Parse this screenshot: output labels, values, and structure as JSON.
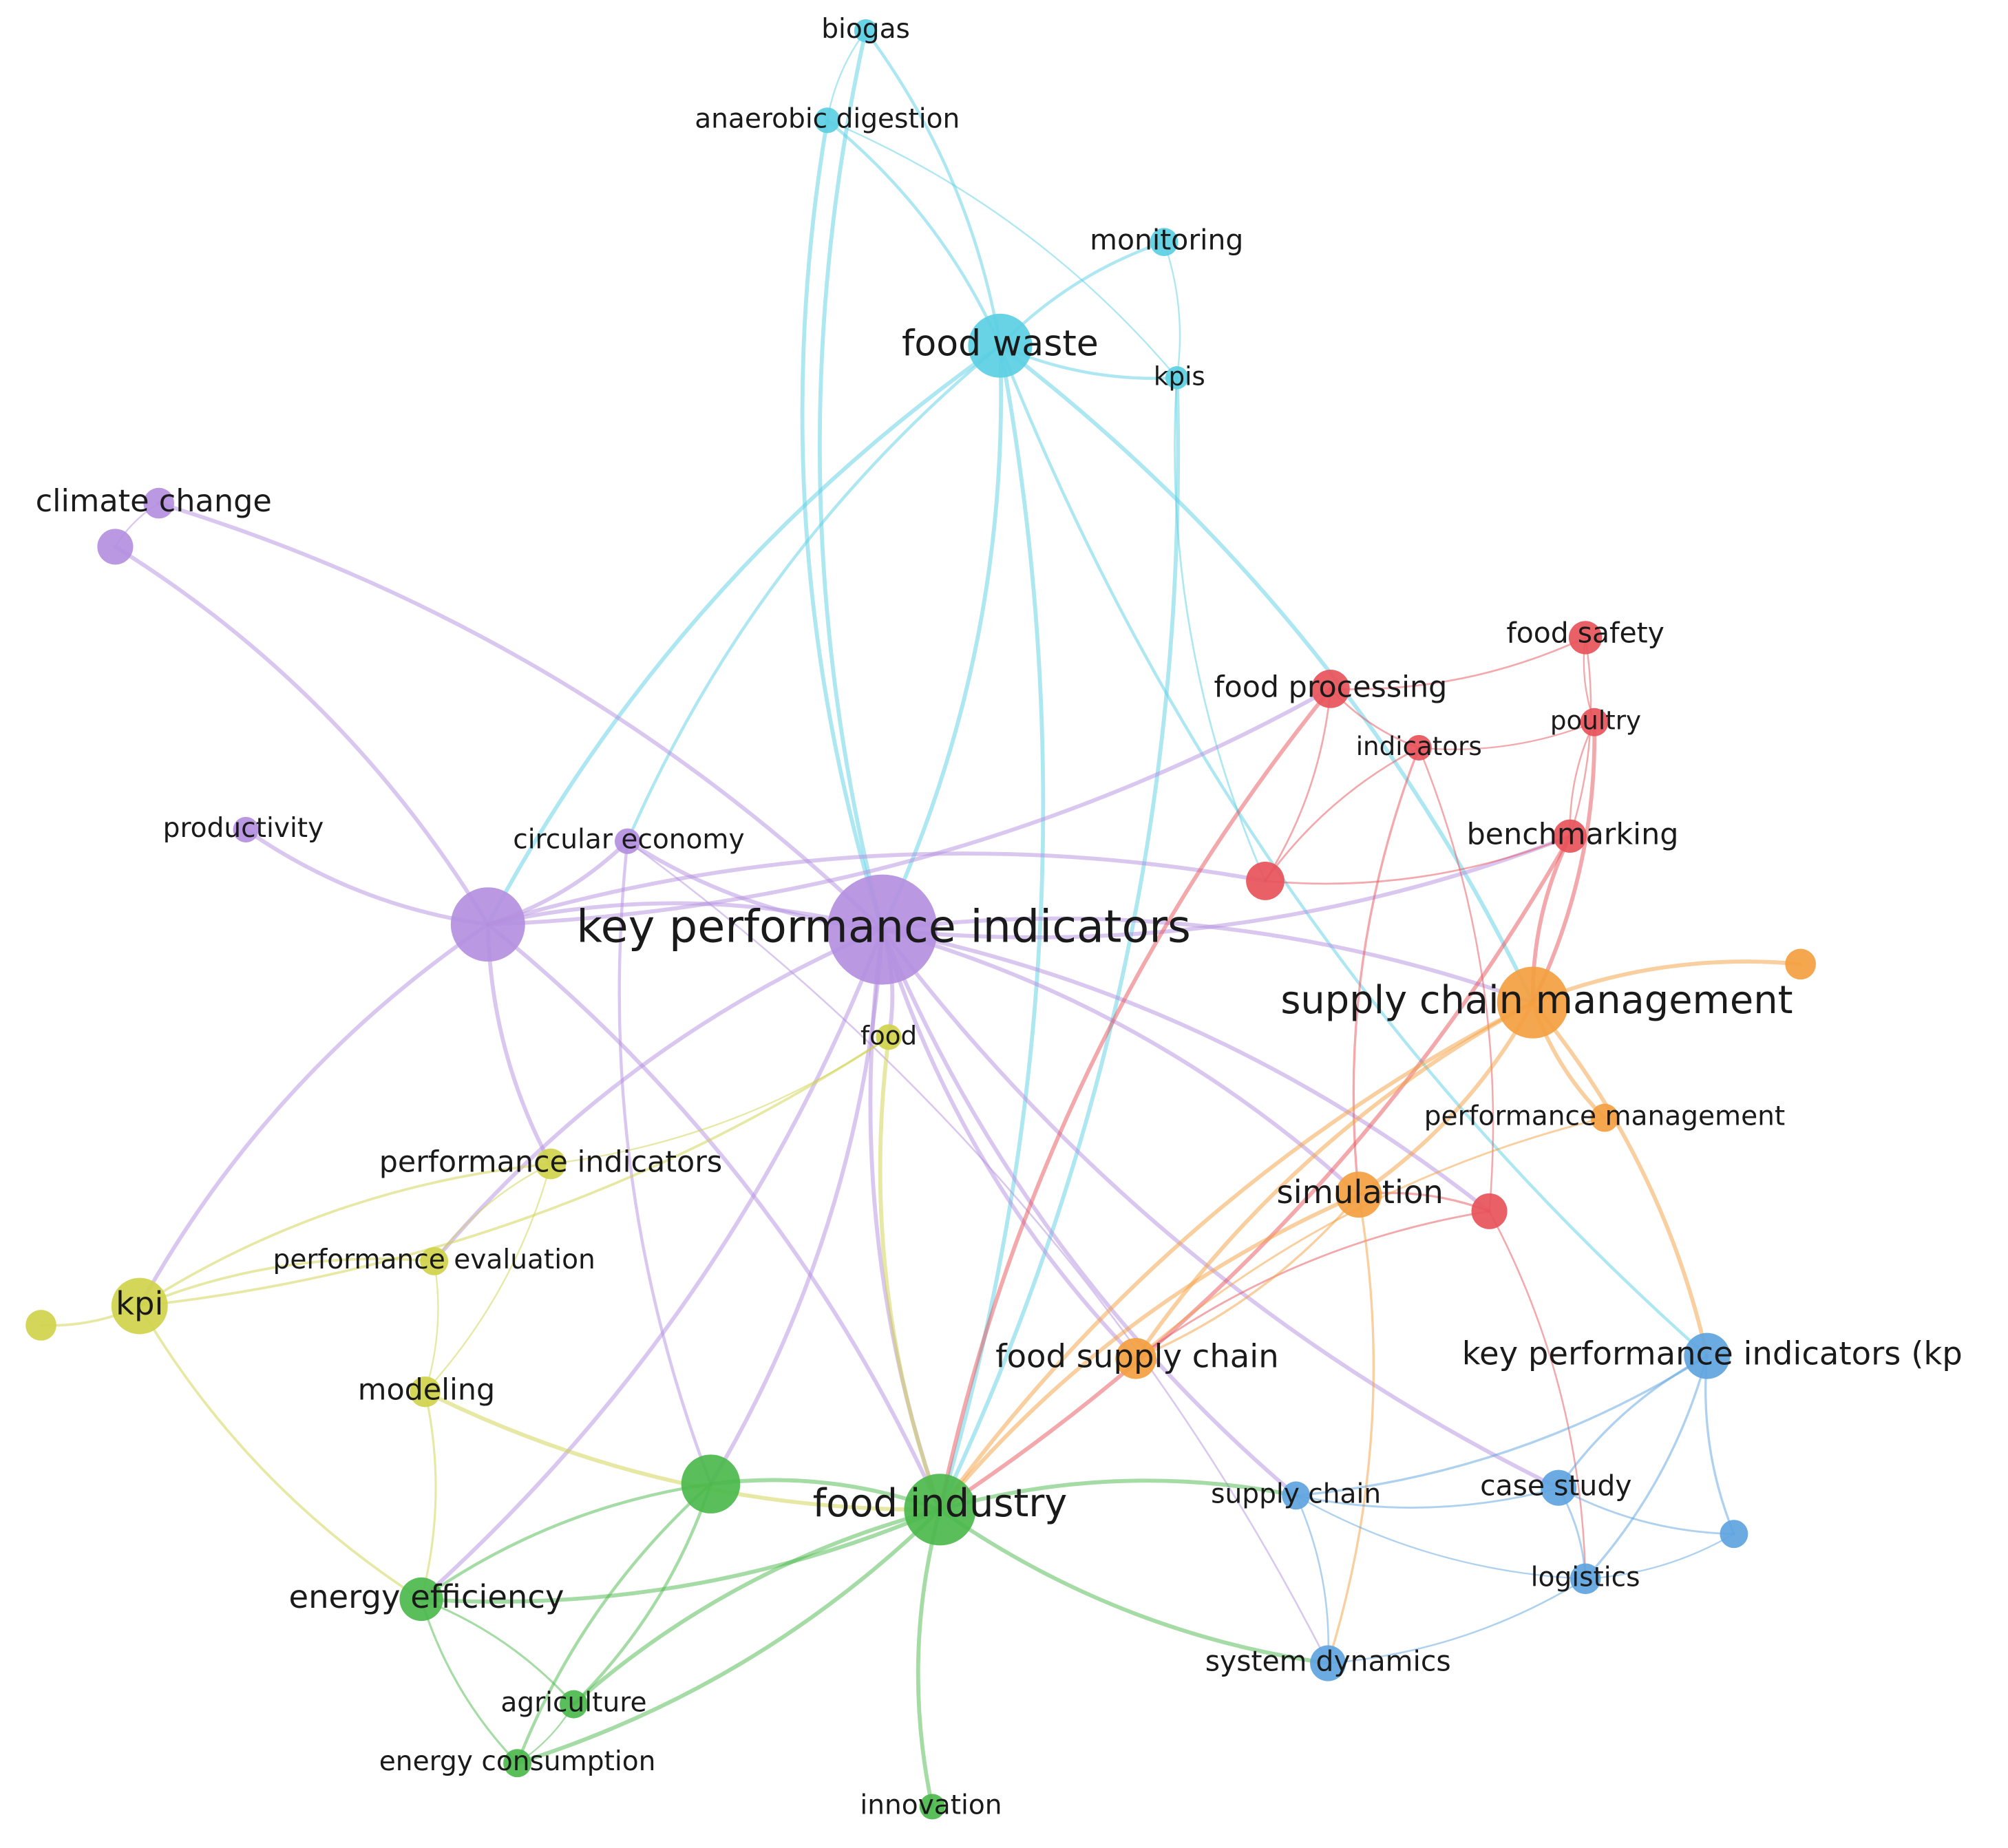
{
  "colors": {
    "cyan": "#5bcfe3",
    "purple": "#b48fe0",
    "red": "#e8525a",
    "orange": "#f4a040",
    "yellow": "#cfd24a",
    "green": "#4cb84c",
    "blue": "#5ea4e0"
  },
  "nodes": [
    {
      "id": "biogas",
      "label": "biogas",
      "cluster": "cyan",
      "weight": 1
    },
    {
      "id": "anaerobic_digestion",
      "label": "anaerobic digestion",
      "cluster": "cyan",
      "weight": 1
    },
    {
      "id": "monitoring",
      "label": "monitoring",
      "cluster": "cyan",
      "weight": 1
    },
    {
      "id": "food_waste",
      "label": "food waste",
      "cluster": "cyan",
      "weight": 4
    },
    {
      "id": "kpis",
      "label": "kpis",
      "cluster": "cyan",
      "weight": 0.7
    },
    {
      "id": "climate_change",
      "label": "climate change",
      "cluster": "purple",
      "weight": 1
    },
    {
      "id": "purple_unlabeled",
      "label": "",
      "cluster": "purple",
      "weight": 1
    },
    {
      "id": "productivity",
      "label": "productivity",
      "cluster": "purple",
      "weight": 0.8
    },
    {
      "id": "circular_economy",
      "label": "circular economy",
      "cluster": "purple",
      "weight": 0.8
    },
    {
      "id": "purple_big",
      "label": "",
      "cluster": "purple",
      "weight": 6
    },
    {
      "id": "key_performance_indicators",
      "label": "key performance indicators",
      "cluster": "purple",
      "weight": 10
    },
    {
      "id": "food_safety",
      "label": "food safety",
      "cluster": "red",
      "weight": 1
    },
    {
      "id": "food_processing",
      "label": "food processing",
      "cluster": "red",
      "weight": 1.5
    },
    {
      "id": "poultry",
      "label": "poultry",
      "cluster": "red",
      "weight": 0.9
    },
    {
      "id": "indicators",
      "label": "indicators",
      "cluster": "red",
      "weight": 0.8
    },
    {
      "id": "benchmarking",
      "label": "benchmarking",
      "cluster": "red",
      "weight": 1.2
    },
    {
      "id": "red_unlabeled_1",
      "label": "",
      "cluster": "red",
      "weight": 1.5
    },
    {
      "id": "red_unlabeled_2",
      "label": "",
      "cluster": "red",
      "weight": 1.3
    },
    {
      "id": "supply_chain_management",
      "label": "supply chain management",
      "cluster": "orange",
      "weight": 6
    },
    {
      "id": "orange_unlabeled",
      "label": "",
      "cluster": "orange",
      "weight": 1
    },
    {
      "id": "performance_management",
      "label": "performance management",
      "cluster": "orange",
      "weight": 0.9
    },
    {
      "id": "simulation",
      "label": "simulation",
      "cluster": "orange",
      "weight": 2.5
    },
    {
      "id": "food_supply_chain",
      "label": "food supply chain",
      "cluster": "orange",
      "weight": 1.8
    },
    {
      "id": "food",
      "label": "food",
      "cluster": "yellow",
      "weight": 0.8
    },
    {
      "id": "performance_indicators",
      "label": "performance indicators",
      "cluster": "yellow",
      "weight": 1
    },
    {
      "id": "performance_evaluation",
      "label": "performance evaluation",
      "cluster": "yellow",
      "weight": 0.9
    },
    {
      "id": "kpi",
      "label": "kpi",
      "cluster": "yellow",
      "weight": 3
    },
    {
      "id": "yellow_unlabeled",
      "label": "",
      "cluster": "yellow",
      "weight": 1
    },
    {
      "id": "modeling",
      "label": "modeling",
      "cluster": "yellow",
      "weight": 1
    },
    {
      "id": "green_unlabeled",
      "label": "",
      "cluster": "green",
      "weight": 4
    },
    {
      "id": "food_industry",
      "label": "food industry",
      "cluster": "green",
      "weight": 6
    },
    {
      "id": "energy_efficiency",
      "label": "energy efficiency",
      "cluster": "green",
      "weight": 2.2
    },
    {
      "id": "agriculture",
      "label": "agriculture",
      "cluster": "green",
      "weight": 0.9
    },
    {
      "id": "energy_consumption",
      "label": "energy consumption",
      "cluster": "green",
      "weight": 0.9
    },
    {
      "id": "innovation",
      "label": "innovation",
      "cluster": "green",
      "weight": 0.9
    },
    {
      "id": "key_performance_indicators_kp",
      "label": "key performance indicators (kp",
      "cluster": "blue",
      "weight": 2.5
    },
    {
      "id": "supply_chain",
      "label": "supply chain",
      "cluster": "blue",
      "weight": 0.9
    },
    {
      "id": "case_study",
      "label": "case study",
      "cluster": "blue",
      "weight": 1.8
    },
    {
      "id": "blue_unlabeled",
      "label": "",
      "cluster": "blue",
      "weight": 1
    },
    {
      "id": "logistics",
      "label": "logistics",
      "cluster": "blue",
      "weight": 1
    },
    {
      "id": "system_dynamics",
      "label": "system dynamics",
      "cluster": "blue",
      "weight": 1.3
    }
  ],
  "edges": [
    [
      "biogas",
      "anaerobic_digestion"
    ],
    [
      "biogas",
      "food_waste"
    ],
    [
      "biogas",
      "key_performance_indicators"
    ],
    [
      "anaerobic_digestion",
      "food_waste"
    ],
    [
      "anaerobic_digestion",
      "key_performance_indicators"
    ],
    [
      "anaerobic_digestion",
      "kpis"
    ],
    [
      "monitoring",
      "food_waste"
    ],
    [
      "monitoring",
      "kpis"
    ],
    [
      "food_waste",
      "kpis"
    ],
    [
      "food_waste",
      "key_performance_indicators"
    ],
    [
      "food_waste",
      "purple_big"
    ],
    [
      "food_waste",
      "food_industry"
    ],
    [
      "food_waste",
      "circular_economy"
    ],
    [
      "food_waste",
      "supply_chain_management"
    ],
    [
      "food_waste",
      "key_performance_indicators_kp"
    ],
    [
      "kpis",
      "food_industry"
    ],
    [
      "kpis",
      "red_unlabeled_1"
    ],
    [
      "climate_change",
      "key_performance_indicators"
    ],
    [
      "climate_change",
      "purple_unlabeled"
    ],
    [
      "purple_unlabeled",
      "purple_big"
    ],
    [
      "productivity",
      "purple_big"
    ],
    [
      "circular_economy",
      "purple_big"
    ],
    [
      "circular_economy",
      "key_performance_indicators"
    ],
    [
      "circular_economy",
      "system_dynamics"
    ],
    [
      "circular_economy",
      "green_unlabeled"
    ],
    [
      "purple_big",
      "key_performance_indicators"
    ],
    [
      "purple_big",
      "food_processing"
    ],
    [
      "purple_big",
      "red_unlabeled_1"
    ],
    [
      "purple_big",
      "kpi"
    ],
    [
      "purple_big",
      "food_industry"
    ],
    [
      "purple_big",
      "performance_indicators"
    ],
    [
      "key_performance_indicators",
      "supply_chain_management"
    ],
    [
      "key_performance_indicators",
      "food_industry"
    ],
    [
      "key_performance_indicators",
      "food"
    ],
    [
      "key_performance_indicators",
      "benchmarking"
    ],
    [
      "key_performance_indicators",
      "simulation"
    ],
    [
      "key_performance_indicators",
      "supply_chain"
    ],
    [
      "key_performance_indicators",
      "red_unlabeled_2"
    ],
    [
      "key_performance_indicators",
      "food_supply_chain"
    ],
    [
      "key_performance_indicators",
      "green_unlabeled"
    ],
    [
      "key_performance_indicators",
      "performance_evaluation"
    ],
    [
      "key_performance_indicators",
      "energy_efficiency"
    ],
    [
      "key_performance_indicators",
      "case_study"
    ],
    [
      "food_safety",
      "food_processing"
    ],
    [
      "food_safety",
      "poultry"
    ],
    [
      "food_safety",
      "benchmarking"
    ],
    [
      "food_processing",
      "indicators"
    ],
    [
      "food_processing",
      "red_unlabeled_1"
    ],
    [
      "food_processing",
      "food_industry"
    ],
    [
      "poultry",
      "indicators"
    ],
    [
      "poultry",
      "benchmarking"
    ],
    [
      "poultry",
      "supply_chain_management"
    ],
    [
      "indicators",
      "red_unlabeled_1"
    ],
    [
      "indicators",
      "red_unlabeled_2"
    ],
    [
      "indicators",
      "simulation"
    ],
    [
      "benchmarking",
      "red_unlabeled_1"
    ],
    [
      "benchmarking",
      "supply_chain_management"
    ],
    [
      "benchmarking",
      "food_industry"
    ],
    [
      "red_unlabeled_2",
      "simulation"
    ],
    [
      "red_unlabeled_2",
      "logistics"
    ],
    [
      "red_unlabeled_2",
      "food_supply_chain"
    ],
    [
      "supply_chain_management",
      "orange_unlabeled"
    ],
    [
      "supply_chain_management",
      "performance_management"
    ],
    [
      "supply_chain_management",
      "simulation"
    ],
    [
      "supply_chain_management",
      "food_supply_chain"
    ],
    [
      "supply_chain_management",
      "key_performance_indicators_kp"
    ],
    [
      "supply_chain_management",
      "food_industry"
    ],
    [
      "simulation",
      "food_supply_chain"
    ],
    [
      "simulation",
      "food_industry"
    ],
    [
      "simulation",
      "system_dynamics"
    ],
    [
      "performance_management",
      "food_supply_chain"
    ],
    [
      "food",
      "performance_indicators"
    ],
    [
      "food",
      "food_industry"
    ],
    [
      "food",
      "kpi"
    ],
    [
      "performance_indicators",
      "performance_evaluation"
    ],
    [
      "performance_indicators",
      "modeling"
    ],
    [
      "performance_indicators",
      "kpi"
    ],
    [
      "performance_evaluation",
      "modeling"
    ],
    [
      "performance_evaluation",
      "kpi"
    ],
    [
      "kpi",
      "yellow_unlabeled"
    ],
    [
      "kpi",
      "energy_efficiency"
    ],
    [
      "modeling",
      "energy_efficiency"
    ],
    [
      "modeling",
      "food_industry"
    ],
    [
      "green_unlabeled",
      "food_industry"
    ],
    [
      "green_unlabeled",
      "energy_efficiency"
    ],
    [
      "green_unlabeled",
      "agriculture"
    ],
    [
      "green_unlabeled",
      "energy_consumption"
    ],
    [
      "food_industry",
      "energy_efficiency"
    ],
    [
      "food_industry",
      "agriculture"
    ],
    [
      "food_industry",
      "energy_consumption"
    ],
    [
      "food_industry",
      "innovation"
    ],
    [
      "food_industry",
      "supply_chain"
    ],
    [
      "food_industry",
      "system_dynamics"
    ],
    [
      "energy_efficiency",
      "agriculture"
    ],
    [
      "energy_efficiency",
      "energy_consumption"
    ],
    [
      "agriculture",
      "energy_consumption"
    ],
    [
      "key_performance_indicators_kp",
      "case_study"
    ],
    [
      "key_performance_indicators_kp",
      "logistics"
    ],
    [
      "key_performance_indicators_kp",
      "blue_unlabeled"
    ],
    [
      "key_performance_indicators_kp",
      "supply_chain"
    ],
    [
      "supply_chain",
      "case_study"
    ],
    [
      "supply_chain",
      "system_dynamics"
    ],
    [
      "supply_chain",
      "logistics"
    ],
    [
      "case_study",
      "logistics"
    ],
    [
      "case_study",
      "blue_unlabeled"
    ],
    [
      "logistics",
      "system_dynamics"
    ],
    [
      "logistics",
      "blue_unlabeled"
    ]
  ]
}
